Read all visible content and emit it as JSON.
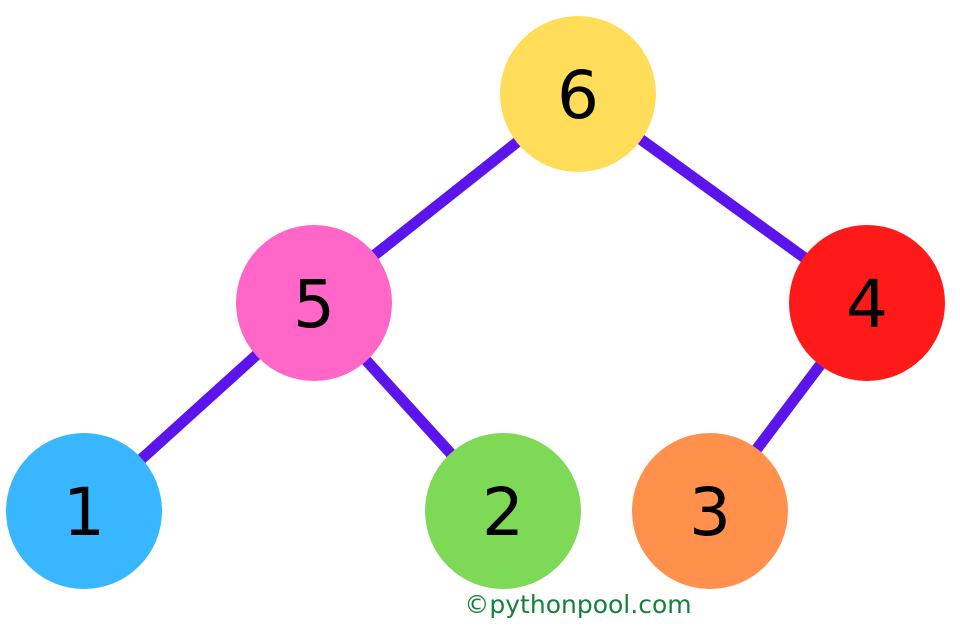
{
  "tree": {
    "edge_color": "#5b14ec",
    "nodes": [
      {
        "id": "6",
        "label": "6",
        "color": "#ffdd59"
      },
      {
        "id": "5",
        "label": "5",
        "color": "#ff66c8"
      },
      {
        "id": "4",
        "label": "4",
        "color": "#ff1a1a"
      },
      {
        "id": "1",
        "label": "1",
        "color": "#38b6ff"
      },
      {
        "id": "2",
        "label": "2",
        "color": "#7ed957"
      },
      {
        "id": "3",
        "label": "3",
        "color": "#ff914d"
      }
    ],
    "edges": [
      [
        "6",
        "5"
      ],
      [
        "6",
        "4"
      ],
      [
        "5",
        "1"
      ],
      [
        "5",
        "2"
      ],
      [
        "4",
        "3"
      ]
    ]
  },
  "watermark": "©pythonpool.com"
}
